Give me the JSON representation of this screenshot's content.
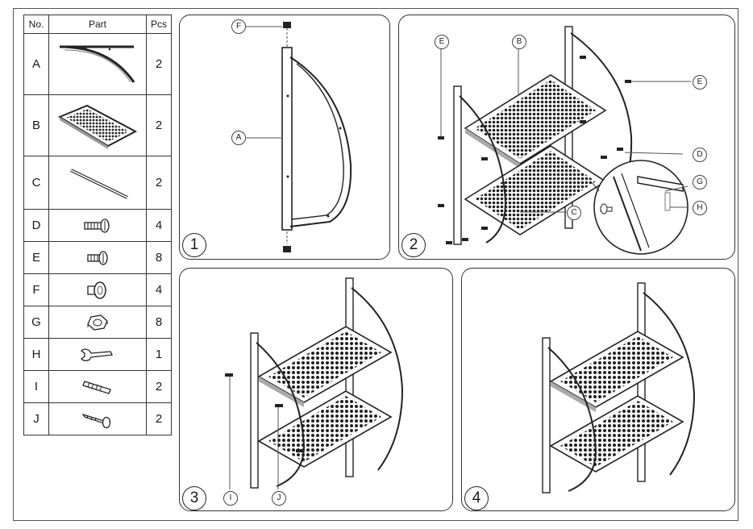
{
  "table": {
    "headers": {
      "no": "No.",
      "part": "Part",
      "pcs": "Pcs"
    },
    "rows": [
      {
        "no": "A",
        "pcs": "2",
        "icon": "semicircle-frame-icon"
      },
      {
        "no": "B",
        "pcs": "2",
        "icon": "mesh-shelf-icon"
      },
      {
        "no": "C",
        "pcs": "2",
        "icon": "rod-icon"
      },
      {
        "no": "D",
        "pcs": "4",
        "icon": "screw-icon"
      },
      {
        "no": "E",
        "pcs": "8",
        "icon": "short-screw-icon"
      },
      {
        "no": "F",
        "pcs": "4",
        "icon": "cap-icon"
      },
      {
        "no": "G",
        "pcs": "8",
        "icon": "nut-icon"
      },
      {
        "no": "H",
        "pcs": "1",
        "icon": "wrench-icon"
      },
      {
        "no": "I",
        "pcs": "2",
        "icon": "wall-anchor-icon"
      },
      {
        "no": "J",
        "pcs": "2",
        "icon": "wood-screw-icon"
      }
    ]
  },
  "steps": {
    "s1": {
      "number": "1",
      "callouts": {
        "f": "F",
        "a": "A"
      }
    },
    "s2": {
      "number": "2",
      "callouts": {
        "e1": "E",
        "b": "B",
        "e2": "E",
        "d": "D",
        "g": "G",
        "h": "H",
        "c": "C"
      }
    },
    "s3": {
      "number": "3",
      "callouts": {
        "i": "I",
        "j": "J"
      }
    },
    "s4": {
      "number": "4"
    }
  }
}
